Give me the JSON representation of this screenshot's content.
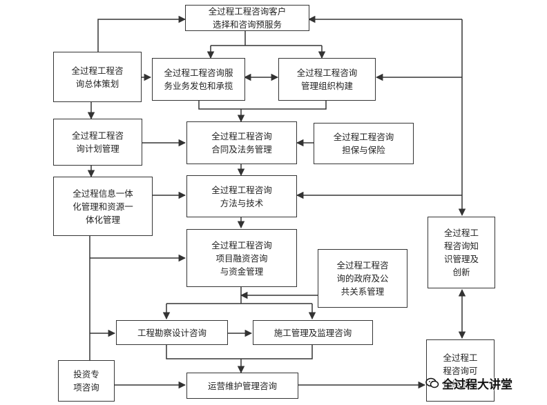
{
  "diagram": {
    "nodes": {
      "client_selection": "全过程工程咨询客户\n选择和咨询预服务",
      "overall_planning": "全过程工程咨\n询总体策划",
      "service_contracting": "全过程工程咨询服\n务业务发包和承揽",
      "org_building": "全过程工程咨询\n管理组织构建",
      "plan_management": "全过程工程咨\n询计划管理",
      "contract_legal": "全过程工程咨询\n合同及法务管理",
      "guarantee_insurance": "全过程工程咨询\n担保与保险",
      "info_integration": "全过程信息一体\n化管理和资源一\n体化管理",
      "methods_tech": "全过程工程咨询\n方法与技术",
      "knowledge_mgmt": "全过程工\n程咨询知\n识管理及\n创新",
      "financing": "全过程工程咨询\n项目融资咨询\n与资金管理",
      "public_relations": "全过程工程咨\n询的政府及公\n共关系管理",
      "survey_design": "工程勘察设计咨询",
      "construction_supervision": "施工管理及监理咨询",
      "sustainability": "全过程工\n程咨询可\n持续发展",
      "investment": "投资专\n项咨询",
      "operation_maintenance": "运营维护管理咨询"
    },
    "line_color": "#333333"
  },
  "watermark": {
    "text": "全过程大讲堂",
    "icon": "wechat-icon"
  }
}
